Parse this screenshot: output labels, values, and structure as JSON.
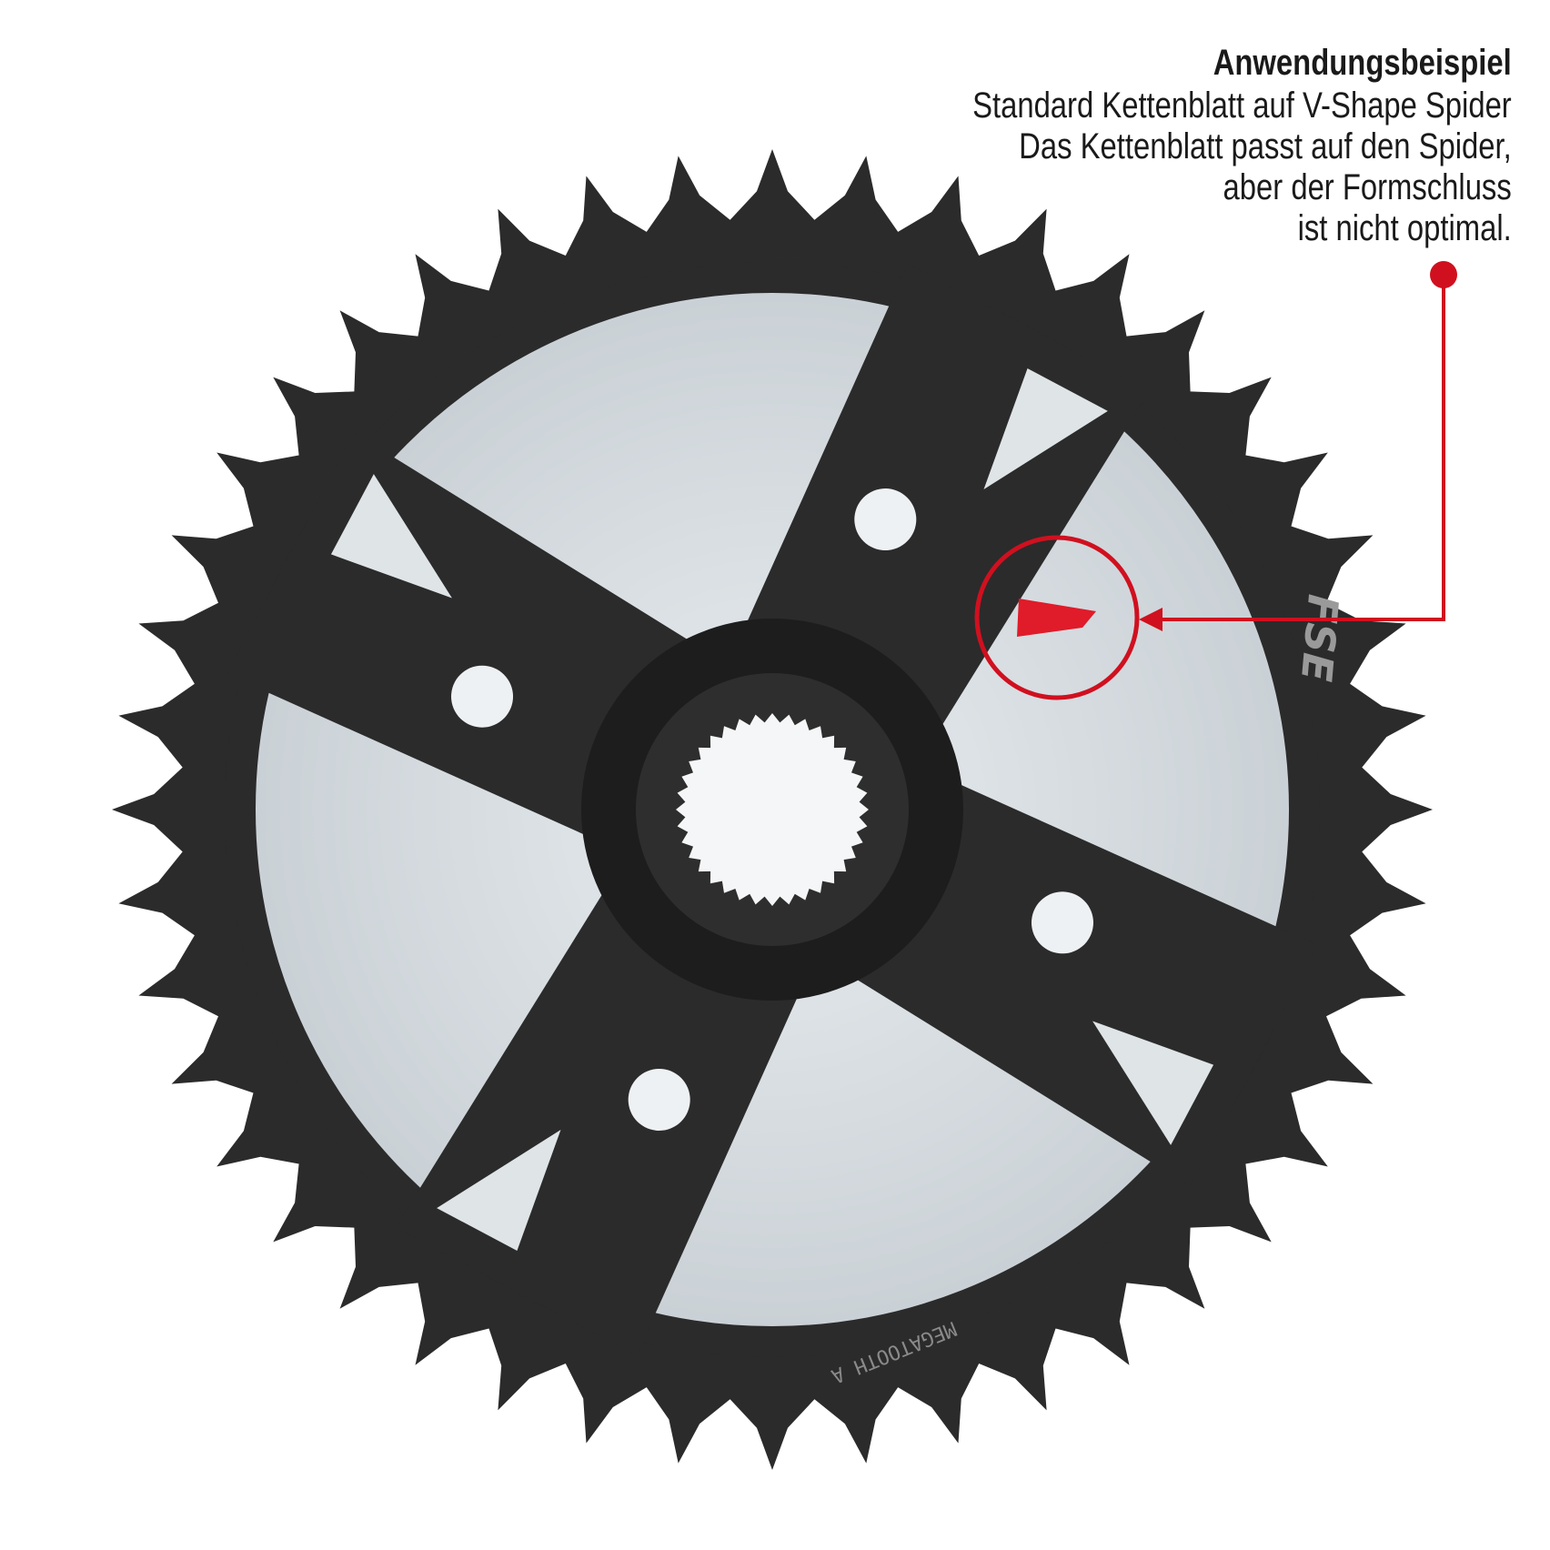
{
  "caption": {
    "title": "Anwendungsbeispiel",
    "lines": [
      "Standard Kettenblatt auf V-Shape Spider",
      "Das Kettenblatt passt auf den Spider,",
      "aber der Formschluss",
      "ist nicht optimal."
    ]
  },
  "photo": {
    "subject": "chainring-on-spider",
    "engraving": "MEGATOOTH A",
    "brand_mark": "FSE",
    "annotation_color": "#d0101f",
    "gear_color": "#2a2a2a"
  }
}
